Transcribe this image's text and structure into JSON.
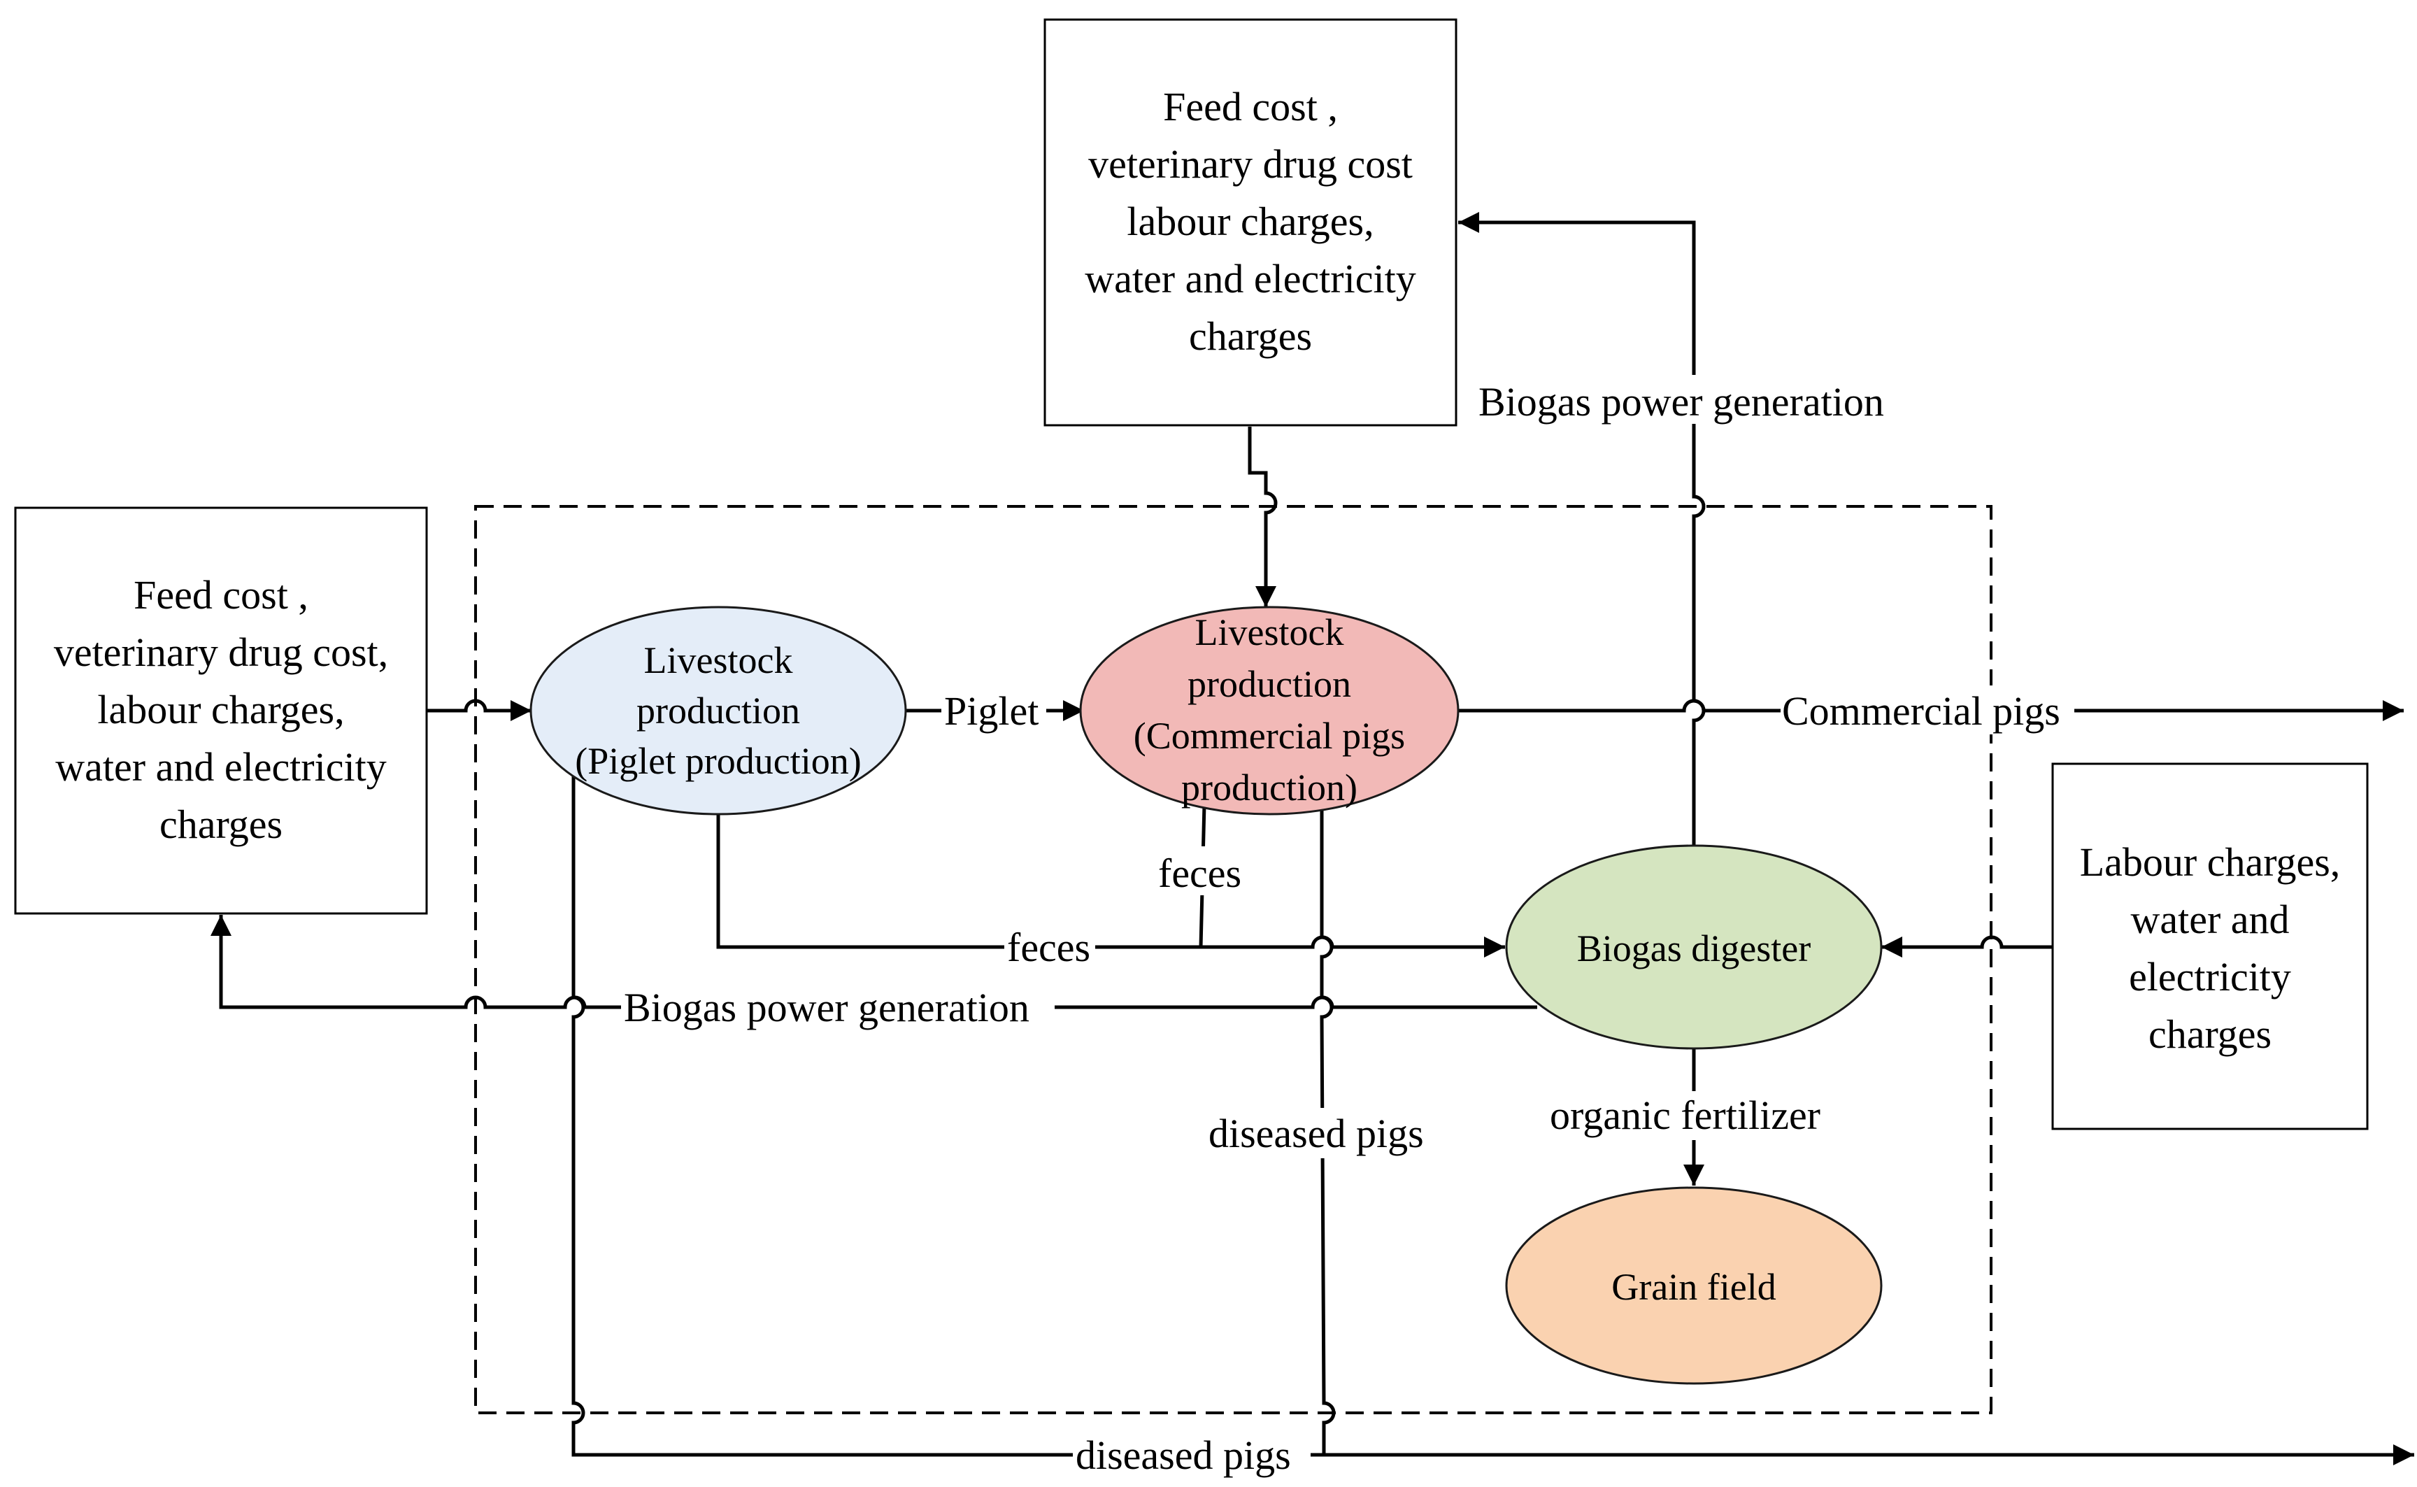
{
  "boxes": {
    "top_costs": [
      "Feed cost ,",
      "veterinary drug cost",
      "labour charges,",
      "water and electricity",
      "charges"
    ],
    "left_costs": [
      "Feed cost ,",
      "veterinary drug cost,",
      "labour charges,",
      "water and electricity",
      "charges"
    ],
    "right_costs": [
      "Labour charges,",
      "water and",
      "electricity",
      "charges"
    ]
  },
  "nodes": {
    "piglet_production": {
      "lines": [
        "Livestock",
        "production",
        "(Piglet production)"
      ],
      "color": "#e4edf8"
    },
    "commercial_production": {
      "lines": [
        "Livestock",
        "production",
        "(Commercial pigs",
        "production)"
      ],
      "color": "#f2b9b7"
    },
    "biogas_digester": {
      "lines": [
        "Biogas digester"
      ],
      "color": "#d5e5c0"
    },
    "grain_field": {
      "lines": [
        "Grain field"
      ],
      "color": "#fad2b0"
    }
  },
  "flows": {
    "piglet": "Piglet",
    "commercial_pigs": "Commercial pigs",
    "feces_main": "feces",
    "feces_branch": "feces",
    "biogas_power_top": "Biogas power generation",
    "biogas_power_left": "Biogas power generation",
    "organic_fertilizer": "organic fertilizer",
    "diseased_pigs_mid": "diseased pigs",
    "diseased_pigs_bottom": "diseased pigs"
  }
}
